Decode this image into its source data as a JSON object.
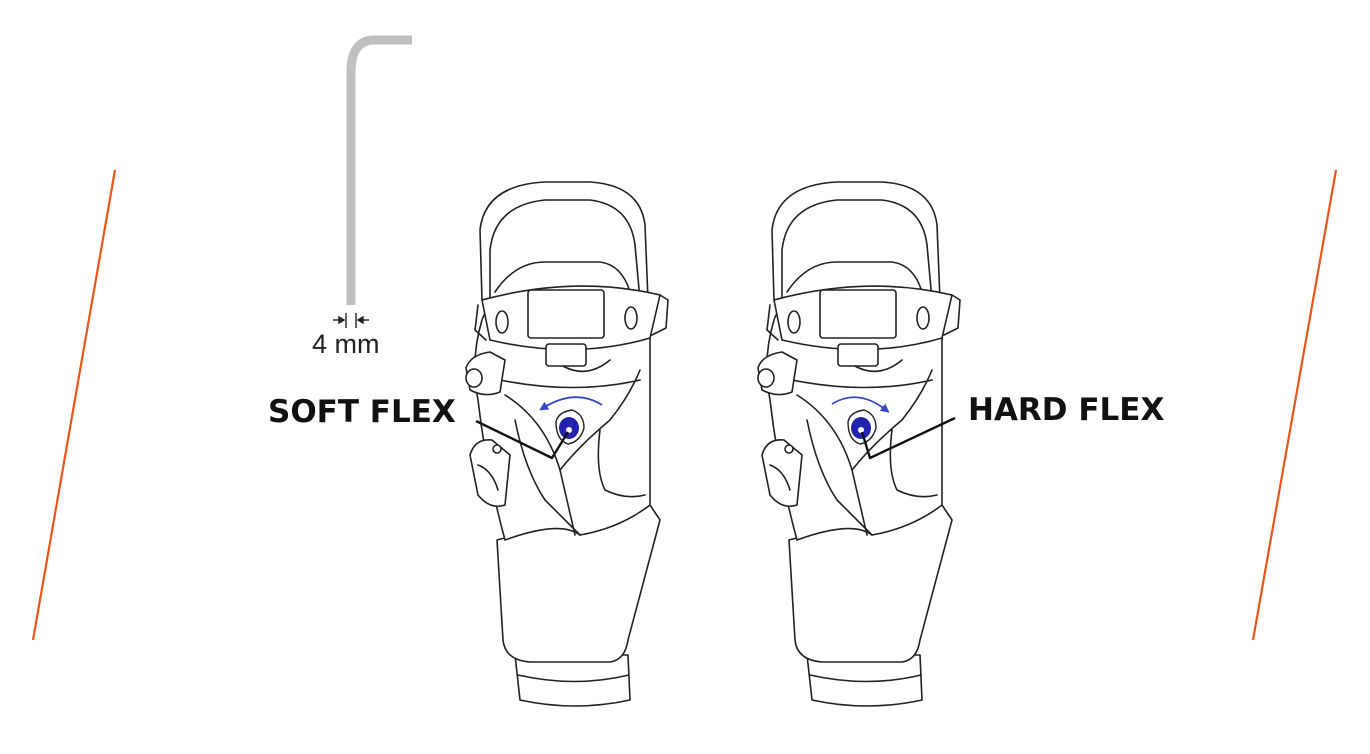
{
  "labels": {
    "soft": "SOFT FLEX",
    "hard": "HARD FLEX",
    "hex_size": "4 mm"
  },
  "colors": {
    "accent_orange": "#e8561c",
    "screw_blue": "#2222aa",
    "arrow_blue": "#3a48c8",
    "hex_key_gray": "#c0c0c0"
  },
  "icons": {
    "hex_key": "allen-key-icon",
    "rotate_left": "rotate-counterclockwise-arrow-icon",
    "rotate_right": "rotate-clockwise-arrow-icon"
  }
}
